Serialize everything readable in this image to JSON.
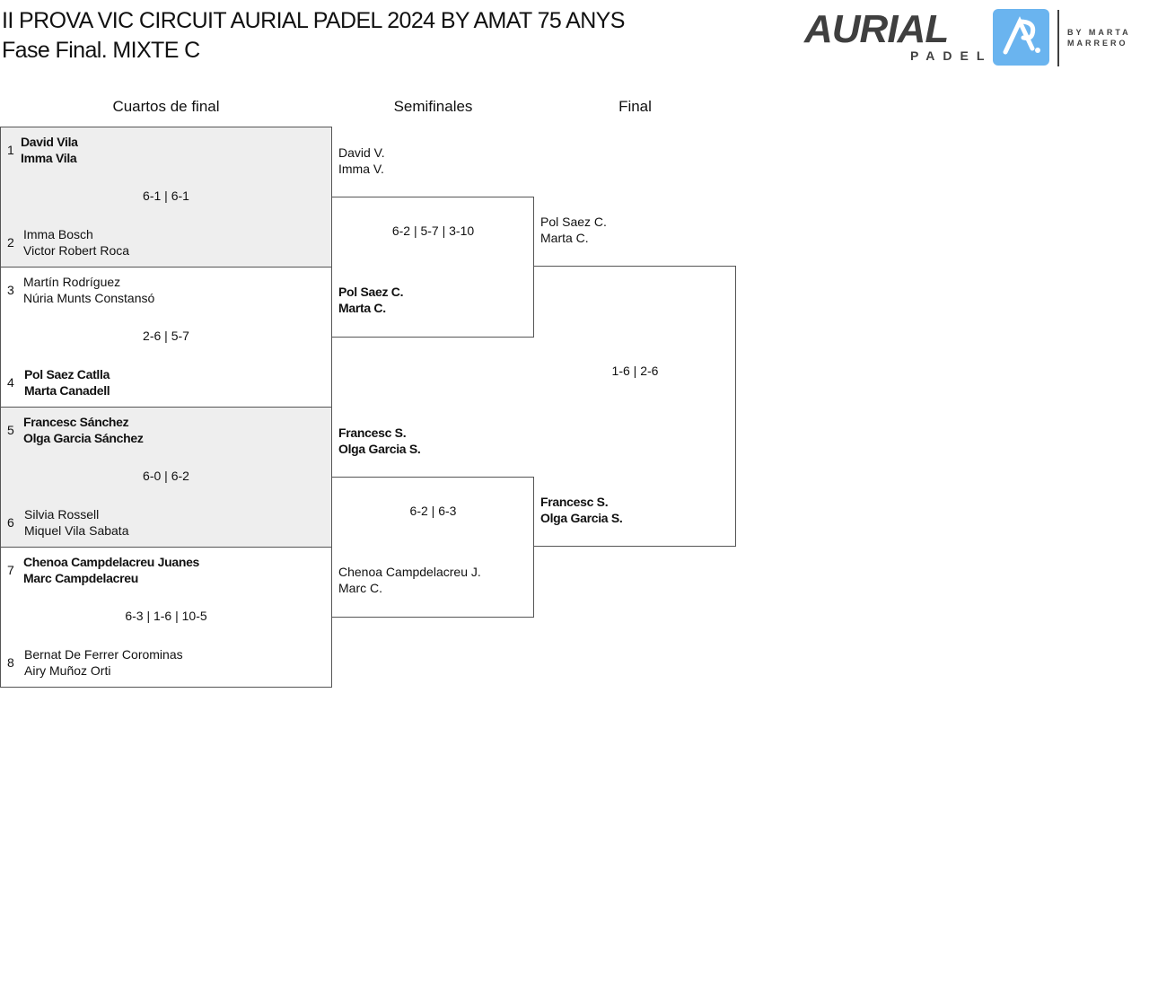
{
  "header": {
    "title_line1": "II PROVA VIC CIRCUIT AURIAL PADEL 2024 BY AMAT 75 ANYS",
    "title_line2": "Fase Final. MIXTE C",
    "logo_text": "AURIAL",
    "logo_sub": "PADEL",
    "logo_by1": "BY MARTA",
    "logo_by2": "MARRERO"
  },
  "rounds": [
    "Cuartos de final",
    "Semifinales",
    "Final"
  ],
  "quarterfinals": [
    {
      "score": "6-1 | 6-1",
      "t1": {
        "seed": "1",
        "p1": "David Vila",
        "p2": "Imma Vila"
      },
      "t2": {
        "seed": "2",
        "p1": "Imma Bosch",
        "p2": "Victor Robert Roca"
      }
    },
    {
      "score": "2-6 | 5-7",
      "t1": {
        "seed": "3",
        "p1": "Martín Rodríguez",
        "p2": "Núria Munts Constansó"
      },
      "t2": {
        "seed": "4",
        "p1": "Pol Saez Catlla",
        "p2": "Marta Canadell"
      }
    },
    {
      "score": "6-0 | 6-2",
      "t1": {
        "seed": "5",
        "p1": "Francesc Sánchez",
        "p2": "Olga Garcia Sánchez"
      },
      "t2": {
        "seed": "6",
        "p1": "Silvia Rossell",
        "p2": "Miquel Vila Sabata"
      }
    },
    {
      "score": "6-3 | 1-6 | 10-5",
      "t1": {
        "seed": "7",
        "p1": "Chenoa Campdelacreu Juanes",
        "p2": "Marc Campdelacreu"
      },
      "t2": {
        "seed": "8",
        "p1": "Bernat De Ferrer Corominas",
        "p2": "Airy Muñoz Orti"
      }
    }
  ],
  "semifinals": [
    {
      "score": "6-2 | 5-7 | 3-10",
      "t1": {
        "p1": "David V.",
        "p2": "Imma V."
      },
      "t2": {
        "p1": "Pol Saez C.",
        "p2": "Marta C."
      }
    },
    {
      "score": "6-2 | 6-3",
      "t1": {
        "p1": "Francesc S.",
        "p2": "Olga Garcia S."
      },
      "t2": {
        "p1": "Chenoa Campdelacreu J.",
        "p2": "Marc C."
      }
    }
  ],
  "final": {
    "score": "1-6 | 2-6",
    "t1": {
      "p1": "Pol Saez C.",
      "p2": "Marta C."
    },
    "t2": {
      "p1": "Francesc S.",
      "p2": "Olga Garcia S."
    }
  }
}
